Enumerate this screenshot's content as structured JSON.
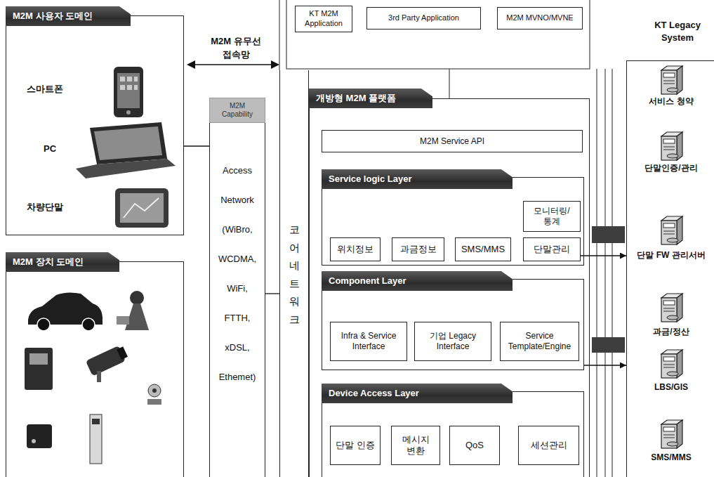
{
  "diagram": {
    "nodes": [
      {
        "text": [
          "M2M 사용자 도메인"
        ]
      },
      {
        "text": [
          "M2M 장치 도메인"
        ]
      },
      {
        "text": [
          "Access Network (WiBro, WCDMA, WiFi, FTTH, xDSL, Ethemet)"
        ]
      },
      {
        "text": [
          "M2M Capability"
        ],
        "in": 2
      },
      {
        "text": [
          "코어 네트워크"
        ]
      },
      {
        "text": [
          "KT M2M Application"
        ]
      },
      {
        "text": [
          "3rd Party Application"
        ]
      },
      {
        "text": [
          "M2M MVNO/MVNE"
        ]
      },
      {
        "text": [
          "개방형 M2M 플랫폼"
        ]
      },
      {
        "text": [
          "M2M Service API"
        ],
        "in": 8
      },
      {
        "text": [
          "Service logic Layer"
        ],
        "in": 8
      },
      {
        "text": [
          "모니터링/통계"
        ],
        "in": 10
      },
      {
        "text": [
          "위치정보"
        ],
        "in": 10
      },
      {
        "text": [
          "과금정보"
        ],
        "in": 10
      },
      {
        "text": [
          "SMS/MMS"
        ],
        "in": 10
      },
      {
        "text": [
          "단말관리"
        ],
        "in": 10
      },
      {
        "text": [
          "Component Layer"
        ],
        "in": 8
      },
      {
        "text": [
          "Infra & Service Interface"
        ],
        "in": 16
      },
      {
        "text": [
          "기업 Legacy Interface"
        ],
        "in": 16
      },
      {
        "text": [
          "Service Template/Engine"
        ],
        "in": 16
      },
      {
        "text": [
          "Device Access Layer"
        ],
        "in": 8
      },
      {
        "text": [
          "단말 인증"
        ],
        "in": 20
      },
      {
        "text": [
          "메시지 변환"
        ],
        "in": 20
      },
      {
        "text": [
          "QoS"
        ],
        "in": 20
      },
      {
        "text": [
          "세션관리"
        ],
        "in": 20
      },
      {
        "text": [
          "KT Legacy System"
        ]
      }
    ],
    "edges": [
      {
        "from": 0,
        "to": 2,
        "arrow": "none"
      },
      {
        "from": 2,
        "to": 4,
        "arrow": "none"
      },
      {
        "from": 15,
        "to": 25,
        "arrow": "to"
      },
      {
        "from": 16,
        "to": 25,
        "arrow": "to"
      }
    ],
    "labels": [
      "M2M 유무선 접속망",
      "스마트폰",
      "PC",
      "차량단말",
      "서비스 청약",
      "단말인증/관리",
      "단말 FW 관리서버",
      "과금/정산",
      "LBS/GIS",
      "SMS/MMS"
    ]
  }
}
